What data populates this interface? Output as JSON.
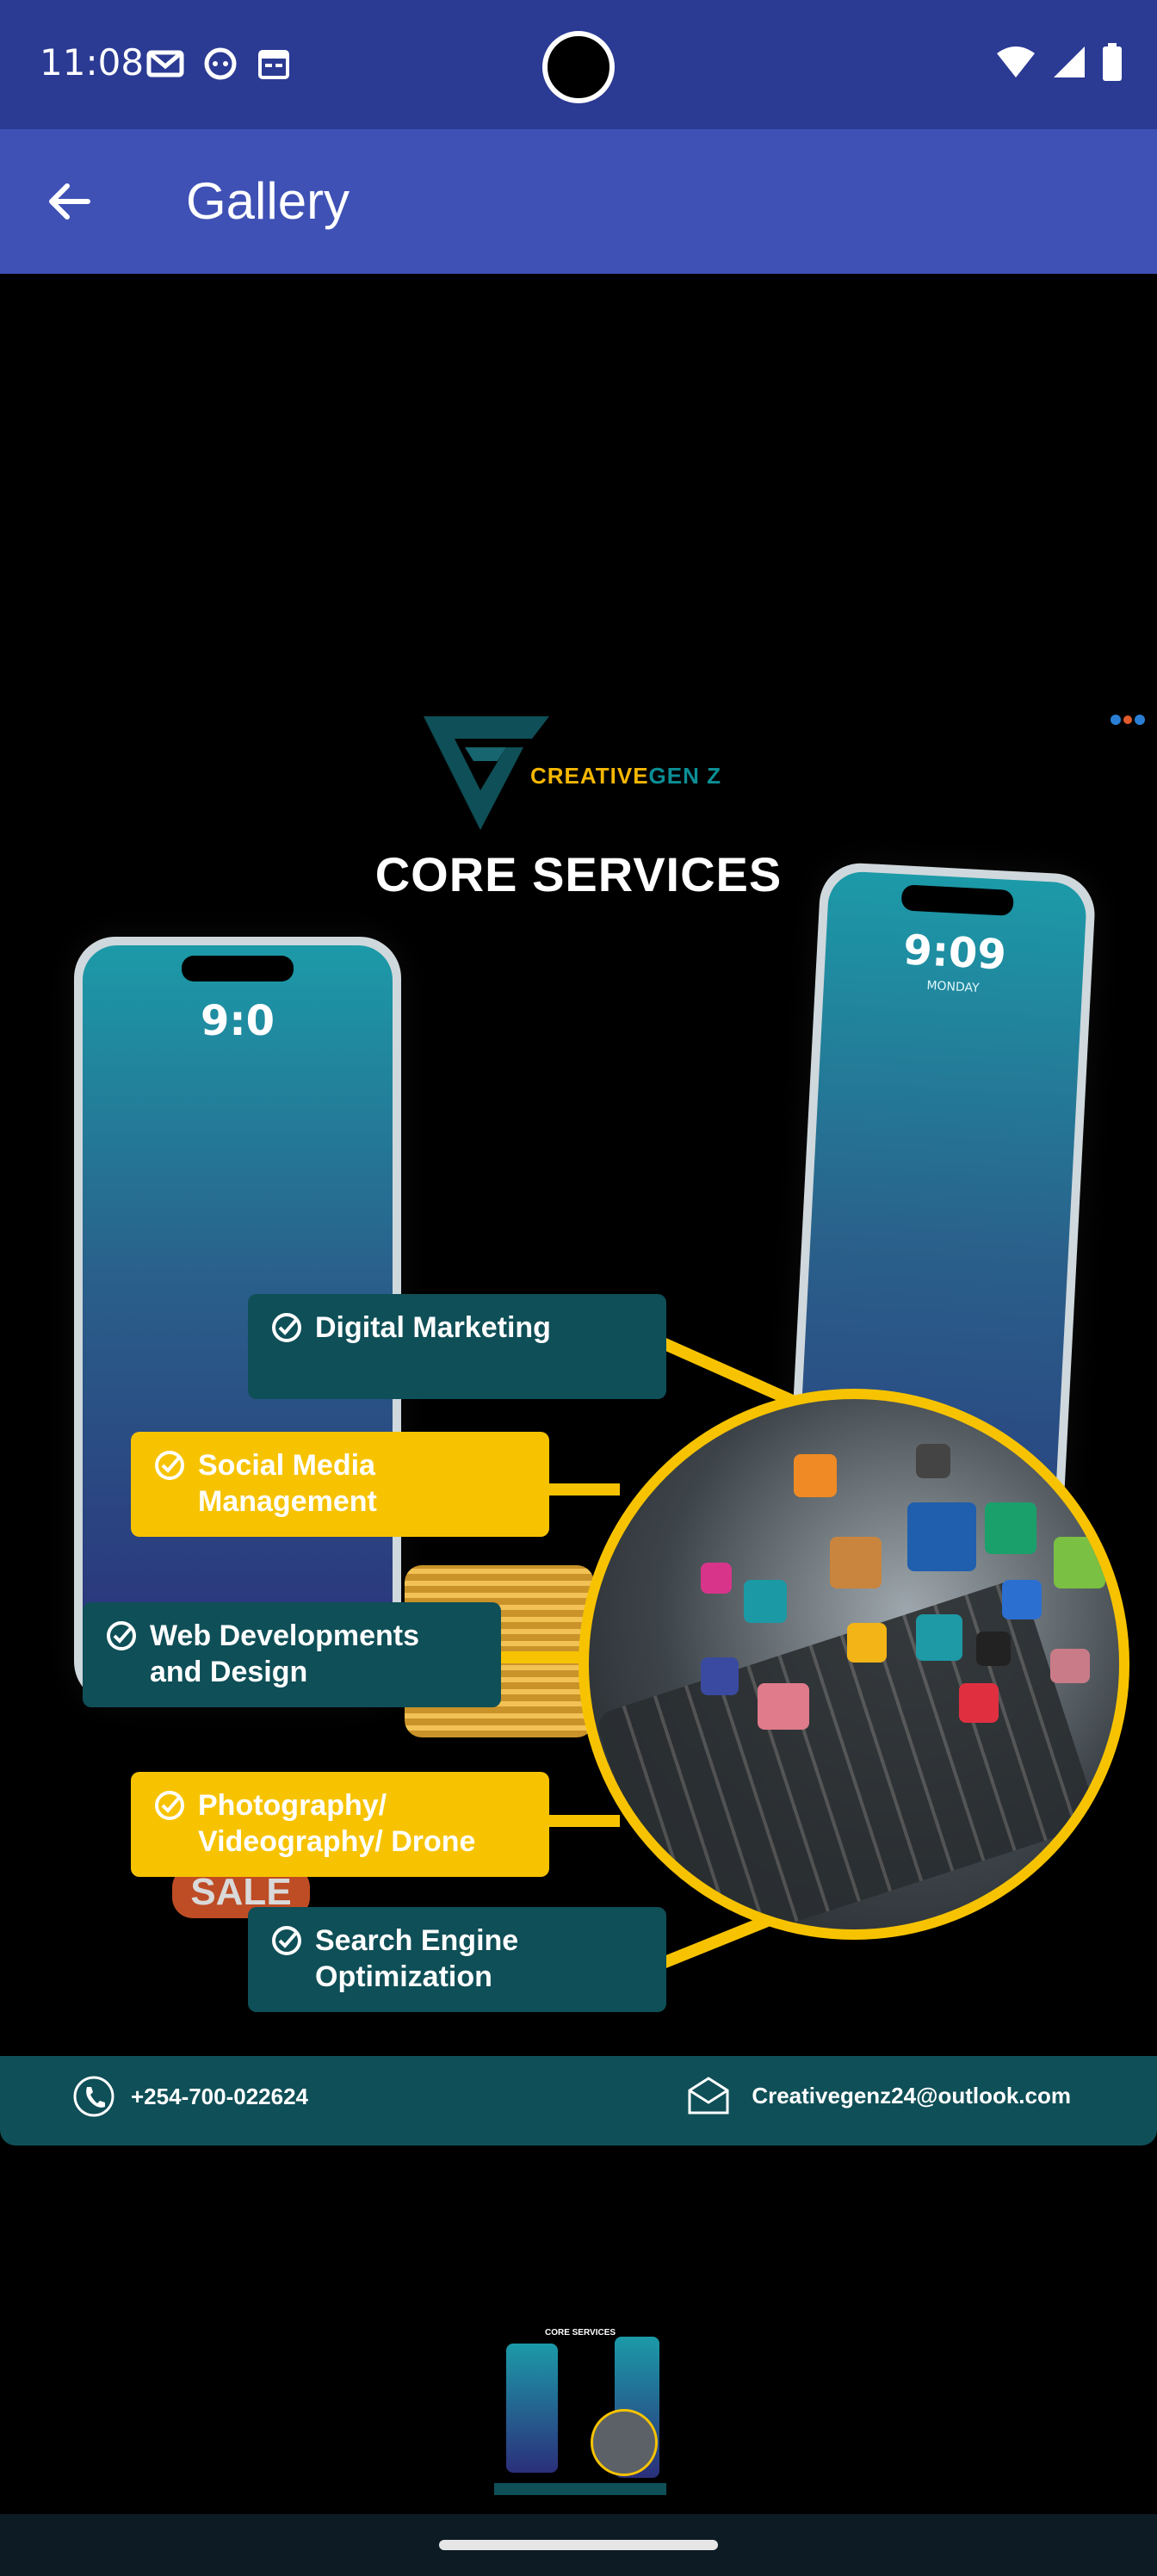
{
  "status_bar": {
    "time": "11:08",
    "left_icons": [
      "gmail-icon",
      "face-icon",
      "calendar-icon"
    ],
    "right_icons": [
      "wifi-icon",
      "signal-icon",
      "battery-icon"
    ]
  },
  "app_bar": {
    "title": "Gallery",
    "back_icon": "arrow-back-icon"
  },
  "poster": {
    "brand_primary": "CREATIVE",
    "brand_secondary": "GEN Z",
    "headline": "CORE SERVICES",
    "phone_time_left": "9:0",
    "phone_time_right": "9:09",
    "phone_day_right": "MONDAY",
    "services": [
      {
        "line1": "Digital Marketing",
        "line2": ""
      },
      {
        "line1": "Social Media",
        "line2": "Management"
      },
      {
        "line1": "Web Developments",
        "line2": "and Design"
      },
      {
        "line1": "Photography/",
        "line2": "Videography/ Drone"
      },
      {
        "line1": "Search Engine",
        "line2": "Optimization"
      }
    ],
    "sale_label": "SALE",
    "contact": {
      "phone": "+254-700-022624",
      "email": "Creativegenz24@outlook.com"
    },
    "colors": {
      "teal": "#0f4f57",
      "yellow": "#f7c300",
      "brand_teal": "#0b8f96"
    }
  },
  "thumbnail": {
    "headline": "CORE SERVICES"
  }
}
